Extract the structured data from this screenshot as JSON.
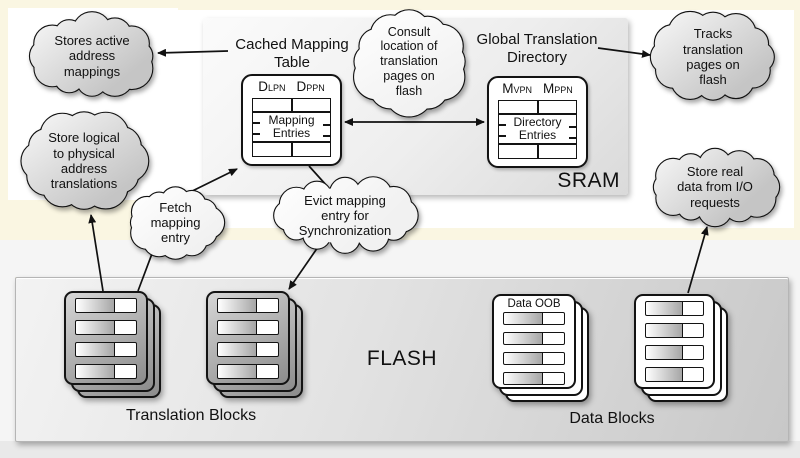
{
  "sram": {
    "label": "SRAM",
    "cached_mapping_table": {
      "title": "Cached Mapping\nTable",
      "col1_base": "D",
      "col1_sub": "LPN",
      "col2_base": "D",
      "col2_sub": "PPN",
      "body": "Mapping\nEntries"
    },
    "global_translation_directory": {
      "title": "Global Translation\nDirectory",
      "col1_base": "M",
      "col1_sub": "VPN",
      "col2_base": "M",
      "col2_sub": "PPN",
      "body": "Directory\nEntries"
    }
  },
  "clouds": {
    "stores_active": "Stores active\naddress\nmappings",
    "store_logical": "Store logical\nto physical\naddress\ntranslations",
    "consult": "Consult\nlocation of\ntranslation\npages on\nflash",
    "tracks": "Tracks\ntranslation\npages on\nflash",
    "store_real": "Store real\ndata from I/O\nrequests",
    "fetch": "Fetch\nmapping\nentry",
    "evict": "Evict mapping\nentry for\nSynchronization"
  },
  "flash": {
    "label": "FLASH",
    "translation_blocks_label": "Translation Blocks",
    "data_blocks_label": "Data Blocks",
    "data_oob_label": "Data OOB"
  },
  "icons": {
    "cloud": "thought-cloud",
    "block_stack": "stacked-flash-blocks",
    "arrow": "black-triangle-arrowhead"
  },
  "colors": {
    "text": "#111111",
    "bg_cream": "#faf6e2",
    "panel_white": "#ffffff",
    "band_light": "#f5f5f5",
    "strip_gray": "#e9e9e9",
    "box_border": "#131313",
    "sram_bg_start": "#fbfbfb",
    "sram_bg_end": "#dadada",
    "flash_bg_start": "#f3f3f3",
    "flash_bg_end": "#c8c8c8",
    "cloud_gray_start": "#fafafa",
    "cloud_gray_end": "#c5c5c5",
    "cloud_white_start": "#ffffff",
    "cloud_white_end": "#f1f1f1",
    "card_gray_start": "#d6d6d6",
    "card_gray_end": "#8c8c8c",
    "row_fade_start": "#ffffff",
    "row_fade_end": "#a6a6a6"
  }
}
